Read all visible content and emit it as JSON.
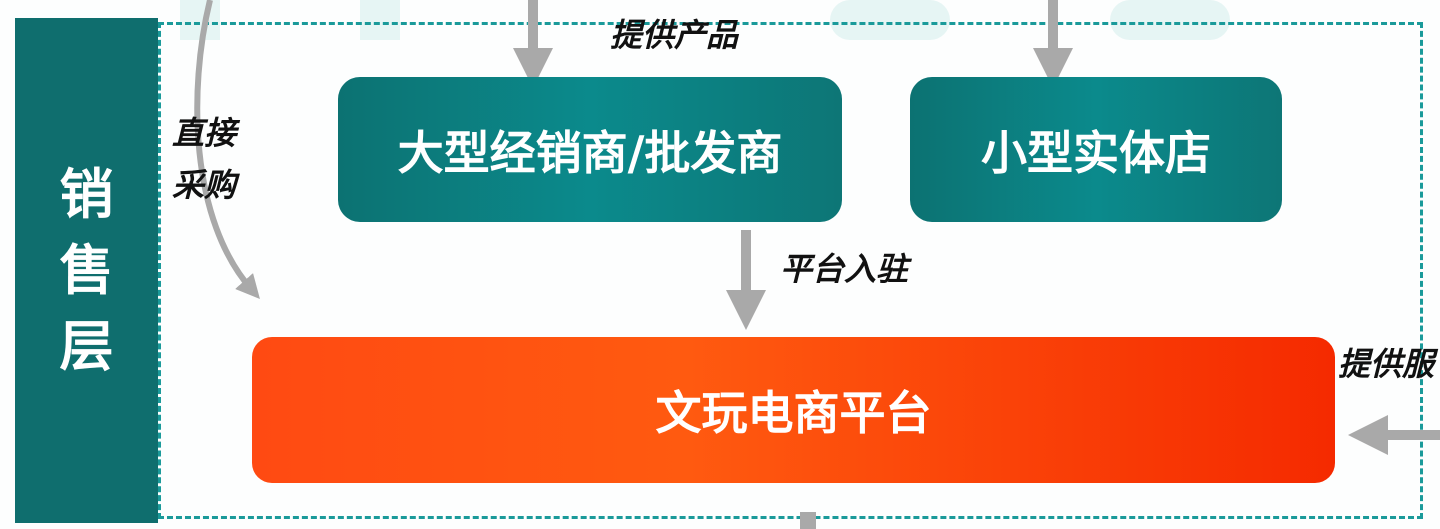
{
  "layer_label": [
    "销",
    "售",
    "层"
  ],
  "boxes": {
    "dealer": "大型经销商/批发商",
    "store": "小型实体店",
    "platform": "文玩电商平台"
  },
  "labels": {
    "supply_products": "提供产品",
    "direct_purchase_1": "直接",
    "direct_purchase_2": "采购",
    "platform_join": "平台入驻",
    "provide_service": "提供服"
  },
  "colors": {
    "teal": "#0f6e6e",
    "orange": "#ff4a12",
    "arrow": "#a9a9a9",
    "dashed": "#1a9a9a"
  }
}
